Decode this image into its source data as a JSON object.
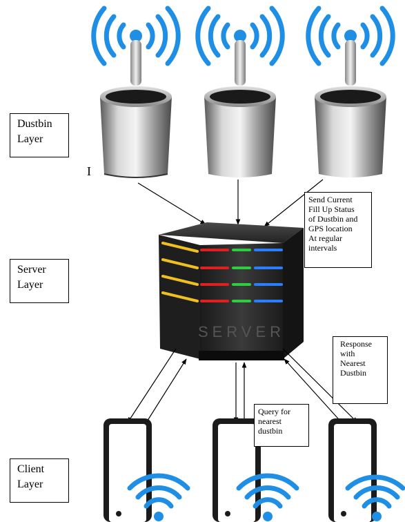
{
  "layers": {
    "dustbin": {
      "line1": "Dustbin",
      "line2": "Layer"
    },
    "server": {
      "line1": "Server",
      "line2": "Layer"
    },
    "client": {
      "line1": "Client",
      "line2": "Layer"
    }
  },
  "notes": {
    "send_status": [
      "Send Current",
      "Fill Up Status",
      "of Dustbin and",
      "GPS location",
      "At regular",
      "intervals"
    ],
    "response": [
      "Response",
      "with",
      "Nearest",
      "Dustbin"
    ],
    "query": [
      "Query for",
      "nearest",
      "dustbin"
    ]
  },
  "server_text": "SERVER",
  "stray_mark": "I",
  "colors": {
    "wifi_blue": "#1f8fe6",
    "server_body": "#2a2a2a",
    "bin_steel": "#b9b9b9",
    "led_red": "#e02020",
    "led_green": "#2ecc40",
    "led_blue": "#2a7fff",
    "led_yellow": "#f0c020"
  },
  "icons": [
    "wifi-icon",
    "dustbin-icon",
    "server-icon",
    "smartphone-icon"
  ]
}
